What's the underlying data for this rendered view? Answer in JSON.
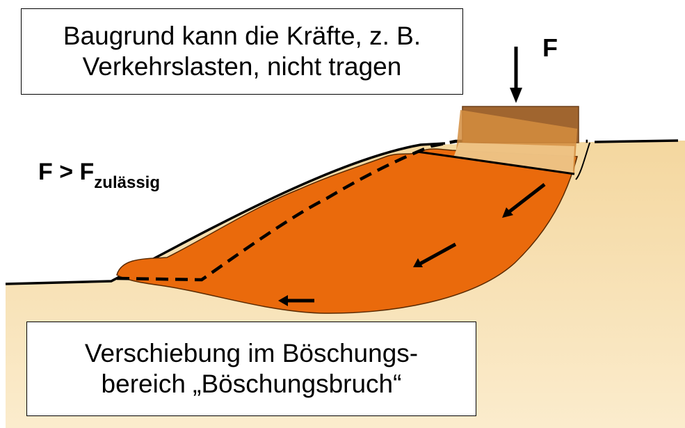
{
  "colors": {
    "ground": "#f6deb0",
    "sliding_mass": "#ea6a0c",
    "foundation_top": "#a0652f",
    "foundation_bottom": "#d38d3e",
    "foundation_slid": "#f0c68a",
    "outline": "#000000"
  },
  "top_box": {
    "line1": "Baugrund kann die Kräfte, z. B.",
    "line2": "Verkehrslasten, nicht tragen"
  },
  "force": {
    "label": "F"
  },
  "condition": {
    "main": "F > F",
    "subscript": "zulässig"
  },
  "bottom_box": {
    "line1": "Verschiebung im Böschungs-",
    "line2": "bereich „Böschungsbruch“"
  },
  "icons": {
    "force_arrow": "arrow-down-icon",
    "movement_arrows": "arrow-left-down-icon"
  }
}
